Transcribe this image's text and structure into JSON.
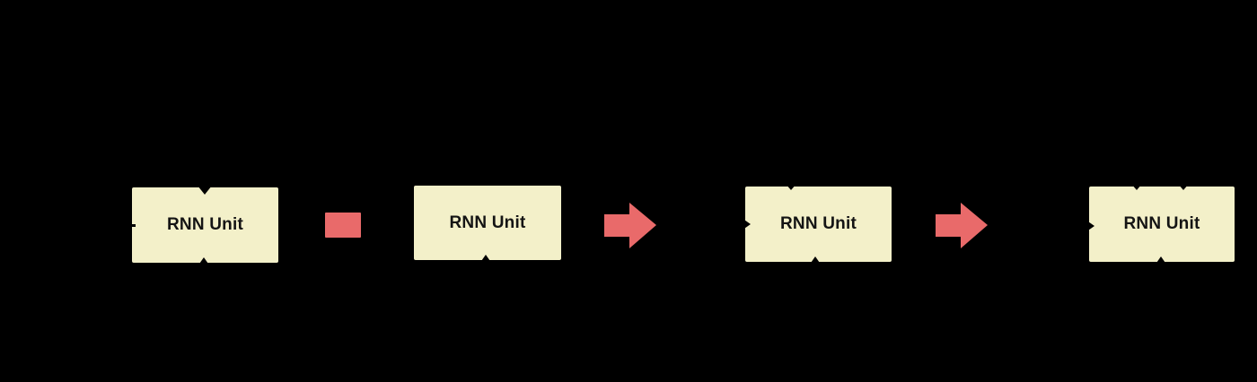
{
  "diagram": {
    "type": "rnn-unrolled-network",
    "background_color": "#000000",
    "units": [
      {
        "label": "RNN Unit"
      },
      {
        "label": "RNN Unit"
      },
      {
        "label": "RNN Unit"
      },
      {
        "label": "RNN Unit"
      }
    ],
    "connectors": [
      {
        "type": "equals-block",
        "color": "#E96A6A"
      },
      {
        "type": "right-arrow",
        "color": "#E96A6A"
      },
      {
        "type": "right-arrow",
        "color": "#E96A6A"
      }
    ],
    "colors": {
      "box_fill": "#F3F0C9",
      "box_text": "#141414",
      "connector_red": "#E96A6A",
      "arrow_black": "#000000"
    }
  }
}
